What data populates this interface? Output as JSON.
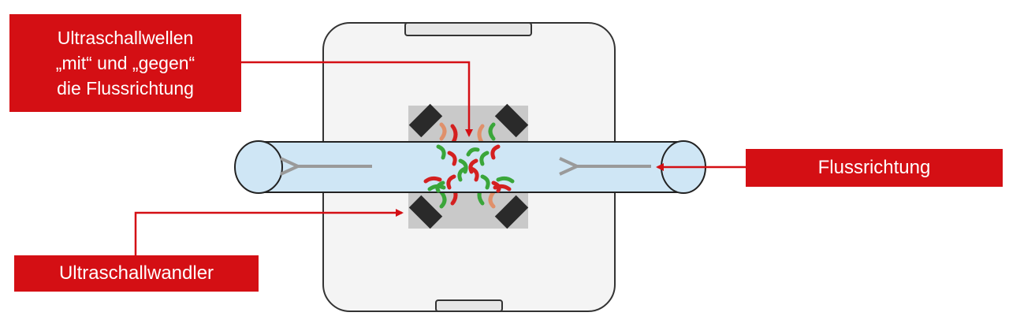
{
  "labels": {
    "waves": {
      "line1": "Ultraschallwellen",
      "line2": "„mit“ und „gegen“",
      "line3": "die Flussrichtung"
    },
    "flow": "Flussrichtung",
    "transducer": "Ultraschallwandler"
  },
  "colors": {
    "label_red": "#d40f14",
    "pipe_fill": "#cfe6f5",
    "housing_fill": "#f4f4f4",
    "wave_green": "#3aa63a",
    "wave_red": "#d42020",
    "wave_orange": "#e0906a",
    "transducer": "#2a2a2a"
  },
  "icons": [
    "flow-arrow-icon",
    "callout-arrow-icon"
  ]
}
